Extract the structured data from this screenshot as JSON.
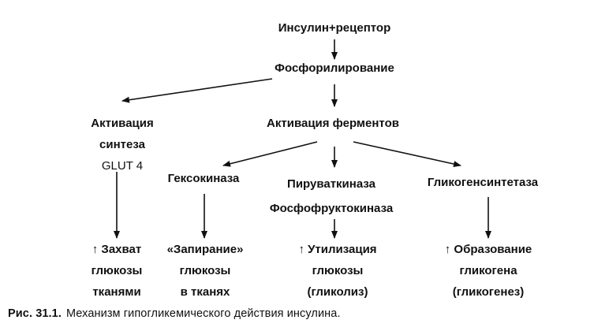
{
  "nodes": {
    "insulin_receptor": {
      "lines": [
        "Инсулин+рецептор"
      ]
    },
    "phosphorylation": {
      "lines": [
        "Фосфорилирование"
      ]
    },
    "glut4_activation": {
      "lines": [
        "Активация",
        "синтеза",
        "GLUT 4"
      ]
    },
    "enzyme_activation": {
      "lines": [
        "Активация ферментов"
      ]
    },
    "hexokinase": {
      "lines": [
        "Гексокиназа"
      ]
    },
    "pyruvate_pfk": {
      "lines": [
        "Пируваткиназа",
        "Фосфофруктокиназа"
      ]
    },
    "glycogen_synthase": {
      "lines": [
        "Гликогенсинтетаза"
      ]
    },
    "glucose_uptake": {
      "lines": [
        "↑ Захват",
        "глюкозы",
        "тканями"
      ]
    },
    "glucose_locking": {
      "lines": [
        "«Запирание»",
        "глюкозы",
        "в тканях"
      ]
    },
    "glucose_utilization": {
      "lines": [
        "↑ Утилизация",
        "глюкозы",
        "(гликолиз)"
      ]
    },
    "glycogen_formation": {
      "lines": [
        "↑ Образование",
        "гликогена",
        "(гликогенез)"
      ]
    }
  },
  "caption": {
    "label": "Рис. 31.1.",
    "text": "Механизм гипогликемического действия инсулина."
  },
  "colors": {
    "ink": "#111111",
    "background": "#ffffff"
  }
}
